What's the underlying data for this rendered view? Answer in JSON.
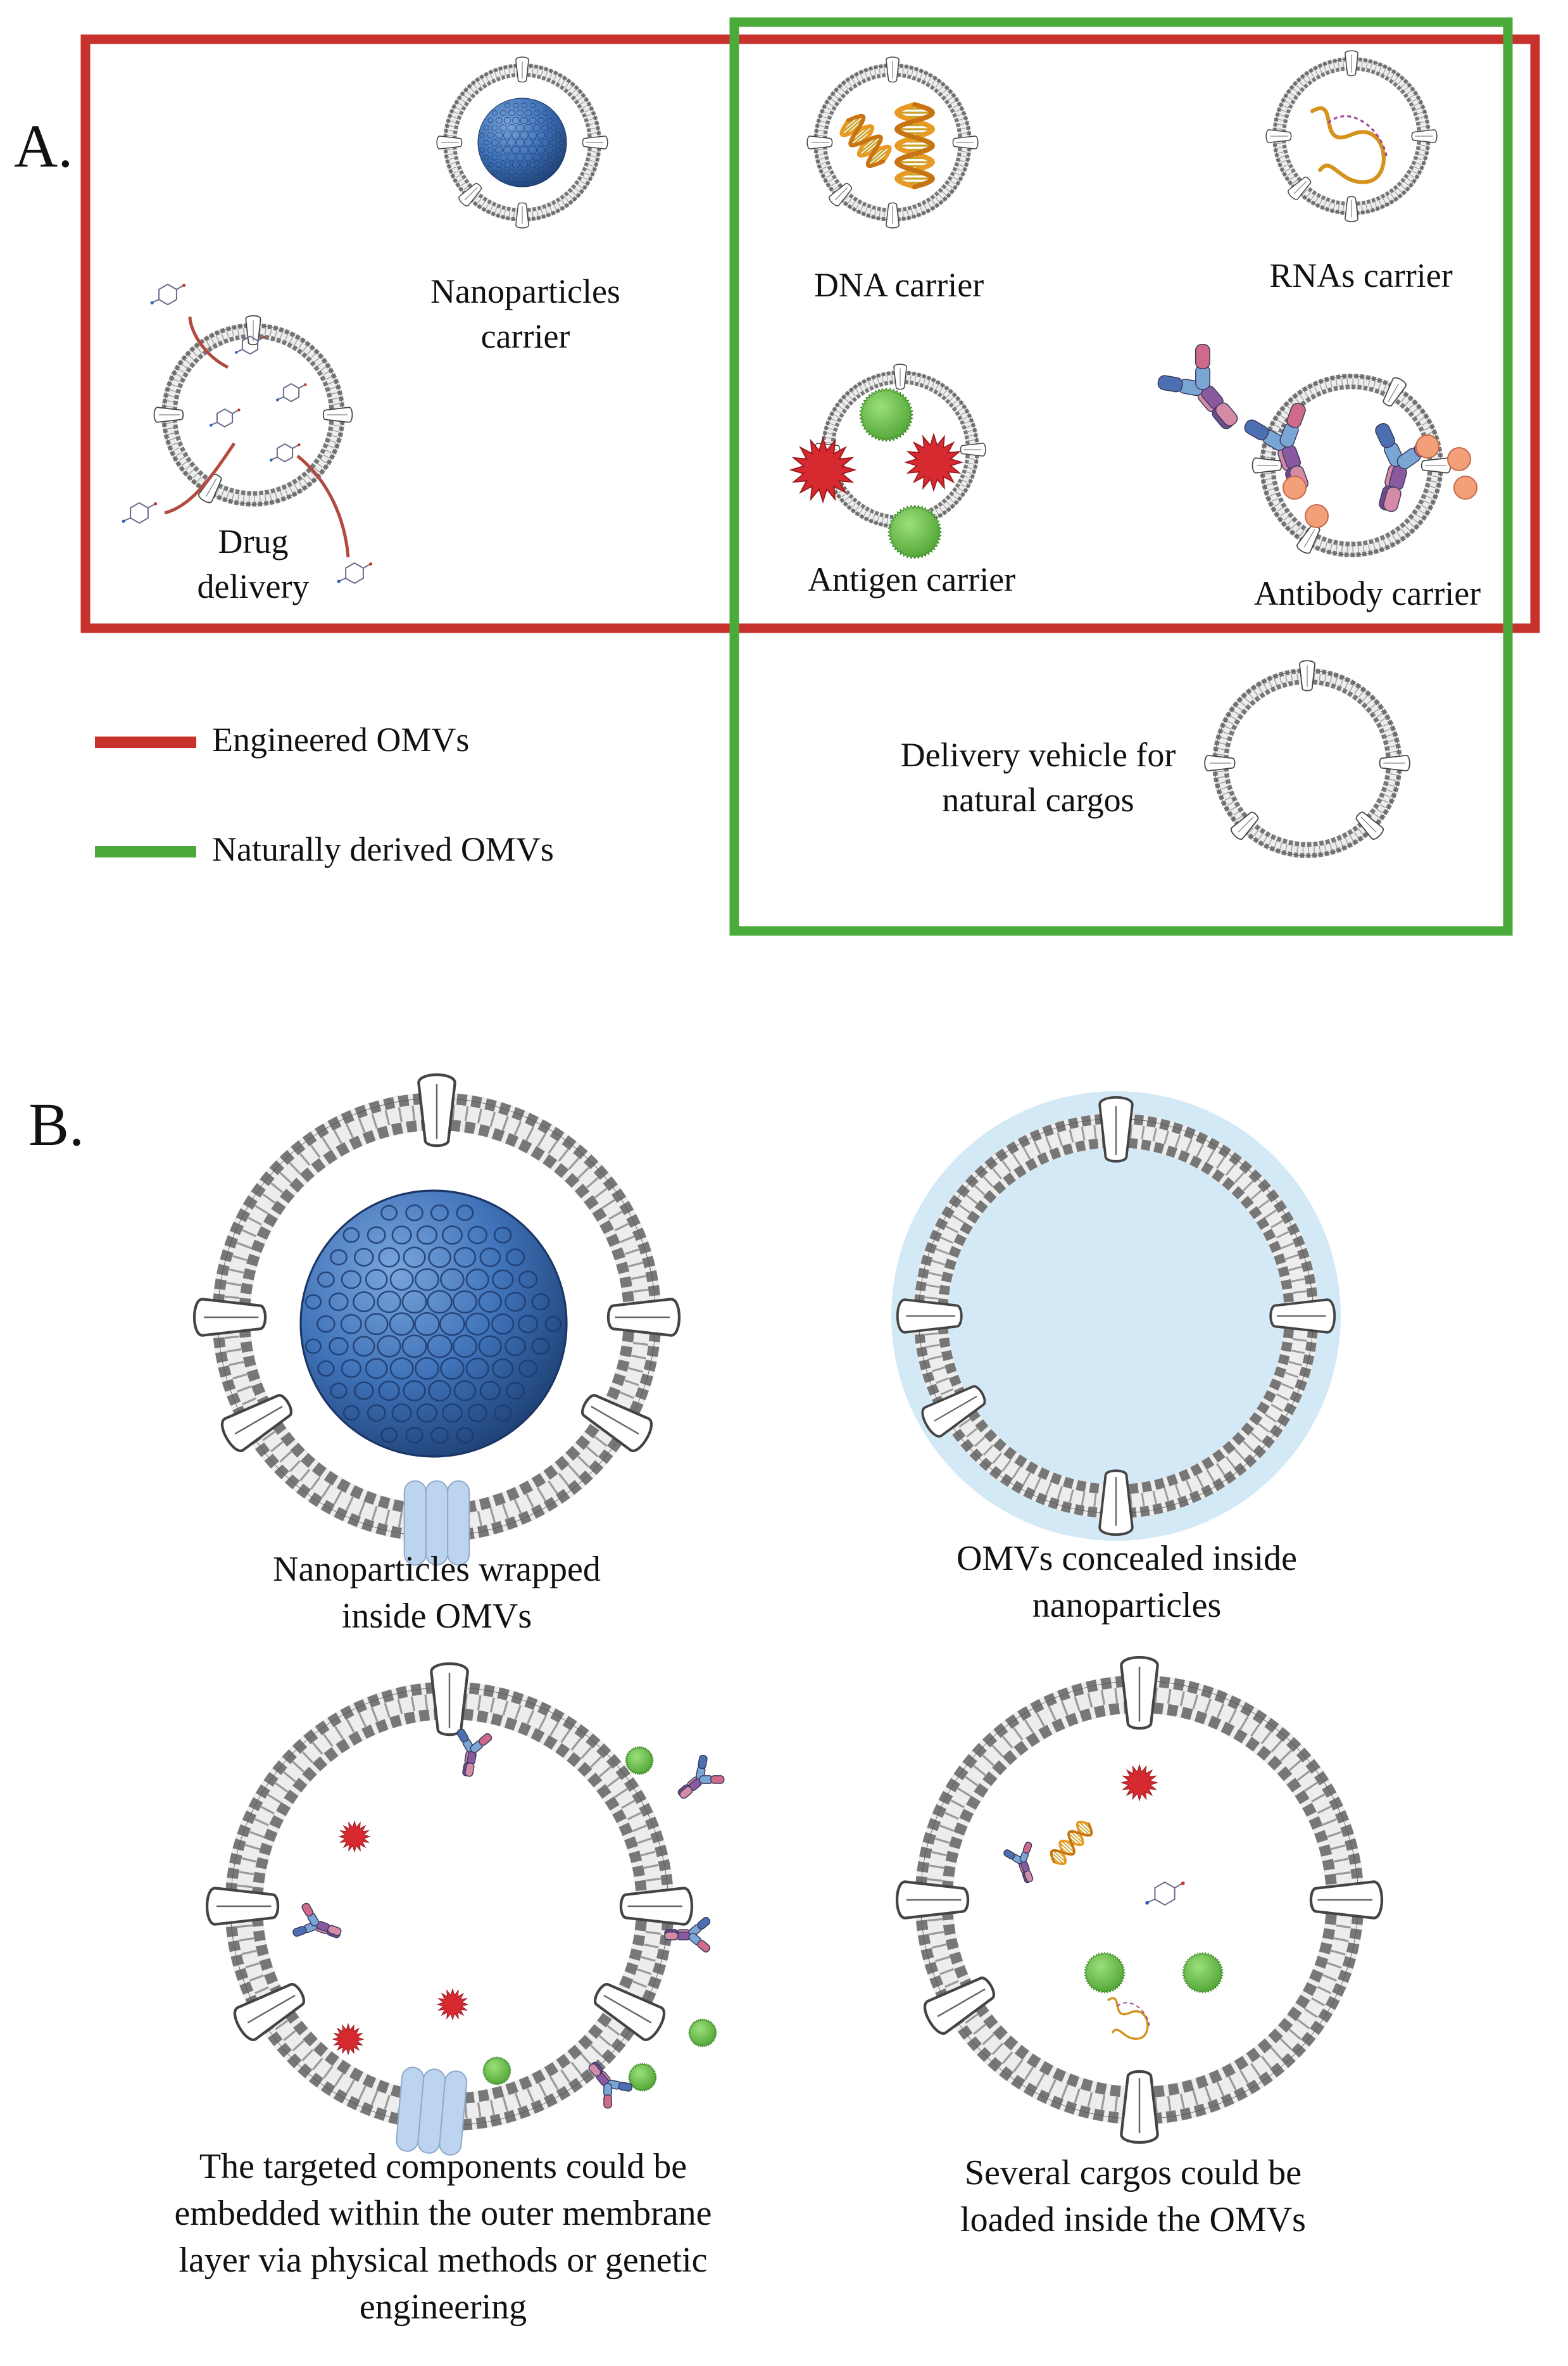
{
  "panels": {
    "a": "A.",
    "b": "B."
  },
  "legend": {
    "engineered": "Engineered OMVs",
    "natural": "Naturally derived OMVs"
  },
  "colors": {
    "engineered": "#c8322d",
    "natural": "#4aab3b",
    "membrane": "#8a8a8a",
    "nanoparticle": "#3f72b8",
    "antigen_red": "#d62a30",
    "antigen_green": "#6cc04a",
    "dna": "#e79a24",
    "halo": "#d3e9f6",
    "porin": "#bcd4ef"
  },
  "panel_a": {
    "nanoparticles_carrier": [
      "Nanoparticles",
      "carrier"
    ],
    "drug_delivery": [
      "Drug",
      "delivery"
    ],
    "dna_carrier": [
      "DNA carrier"
    ],
    "rnas_carrier": [
      "RNAs carrier"
    ],
    "antigen_carrier": [
      "Antigen carrier"
    ],
    "antibody_carrier": [
      "Antibody carrier"
    ],
    "natural_cargos": [
      "Delivery vehicle for",
      "natural cargos"
    ]
  },
  "panel_b": {
    "wrapped": [
      "Nanoparticles wrapped",
      "inside OMVs"
    ],
    "concealed": [
      "OMVs concealed inside",
      "nanoparticles"
    ],
    "embedded": [
      "The targeted components could be",
      "embedded within the outer membrane",
      "layer via physical methods or genetic",
      "engineering"
    ],
    "several": [
      "Several cargos could be",
      "loaded inside the OMVs"
    ]
  }
}
